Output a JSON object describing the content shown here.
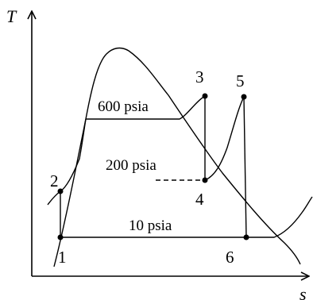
{
  "axes": {
    "y_label": "T",
    "x_label": "s"
  },
  "states": [
    {
      "id": "1",
      "label": "1"
    },
    {
      "id": "2",
      "label": "2"
    },
    {
      "id": "3",
      "label": "3"
    },
    {
      "id": "4",
      "label": "4"
    },
    {
      "id": "5",
      "label": "5"
    },
    {
      "id": "6",
      "label": "6"
    }
  ],
  "pressures": {
    "high": "600 psia",
    "mid": "200 psia",
    "low": "10 psia"
  }
}
